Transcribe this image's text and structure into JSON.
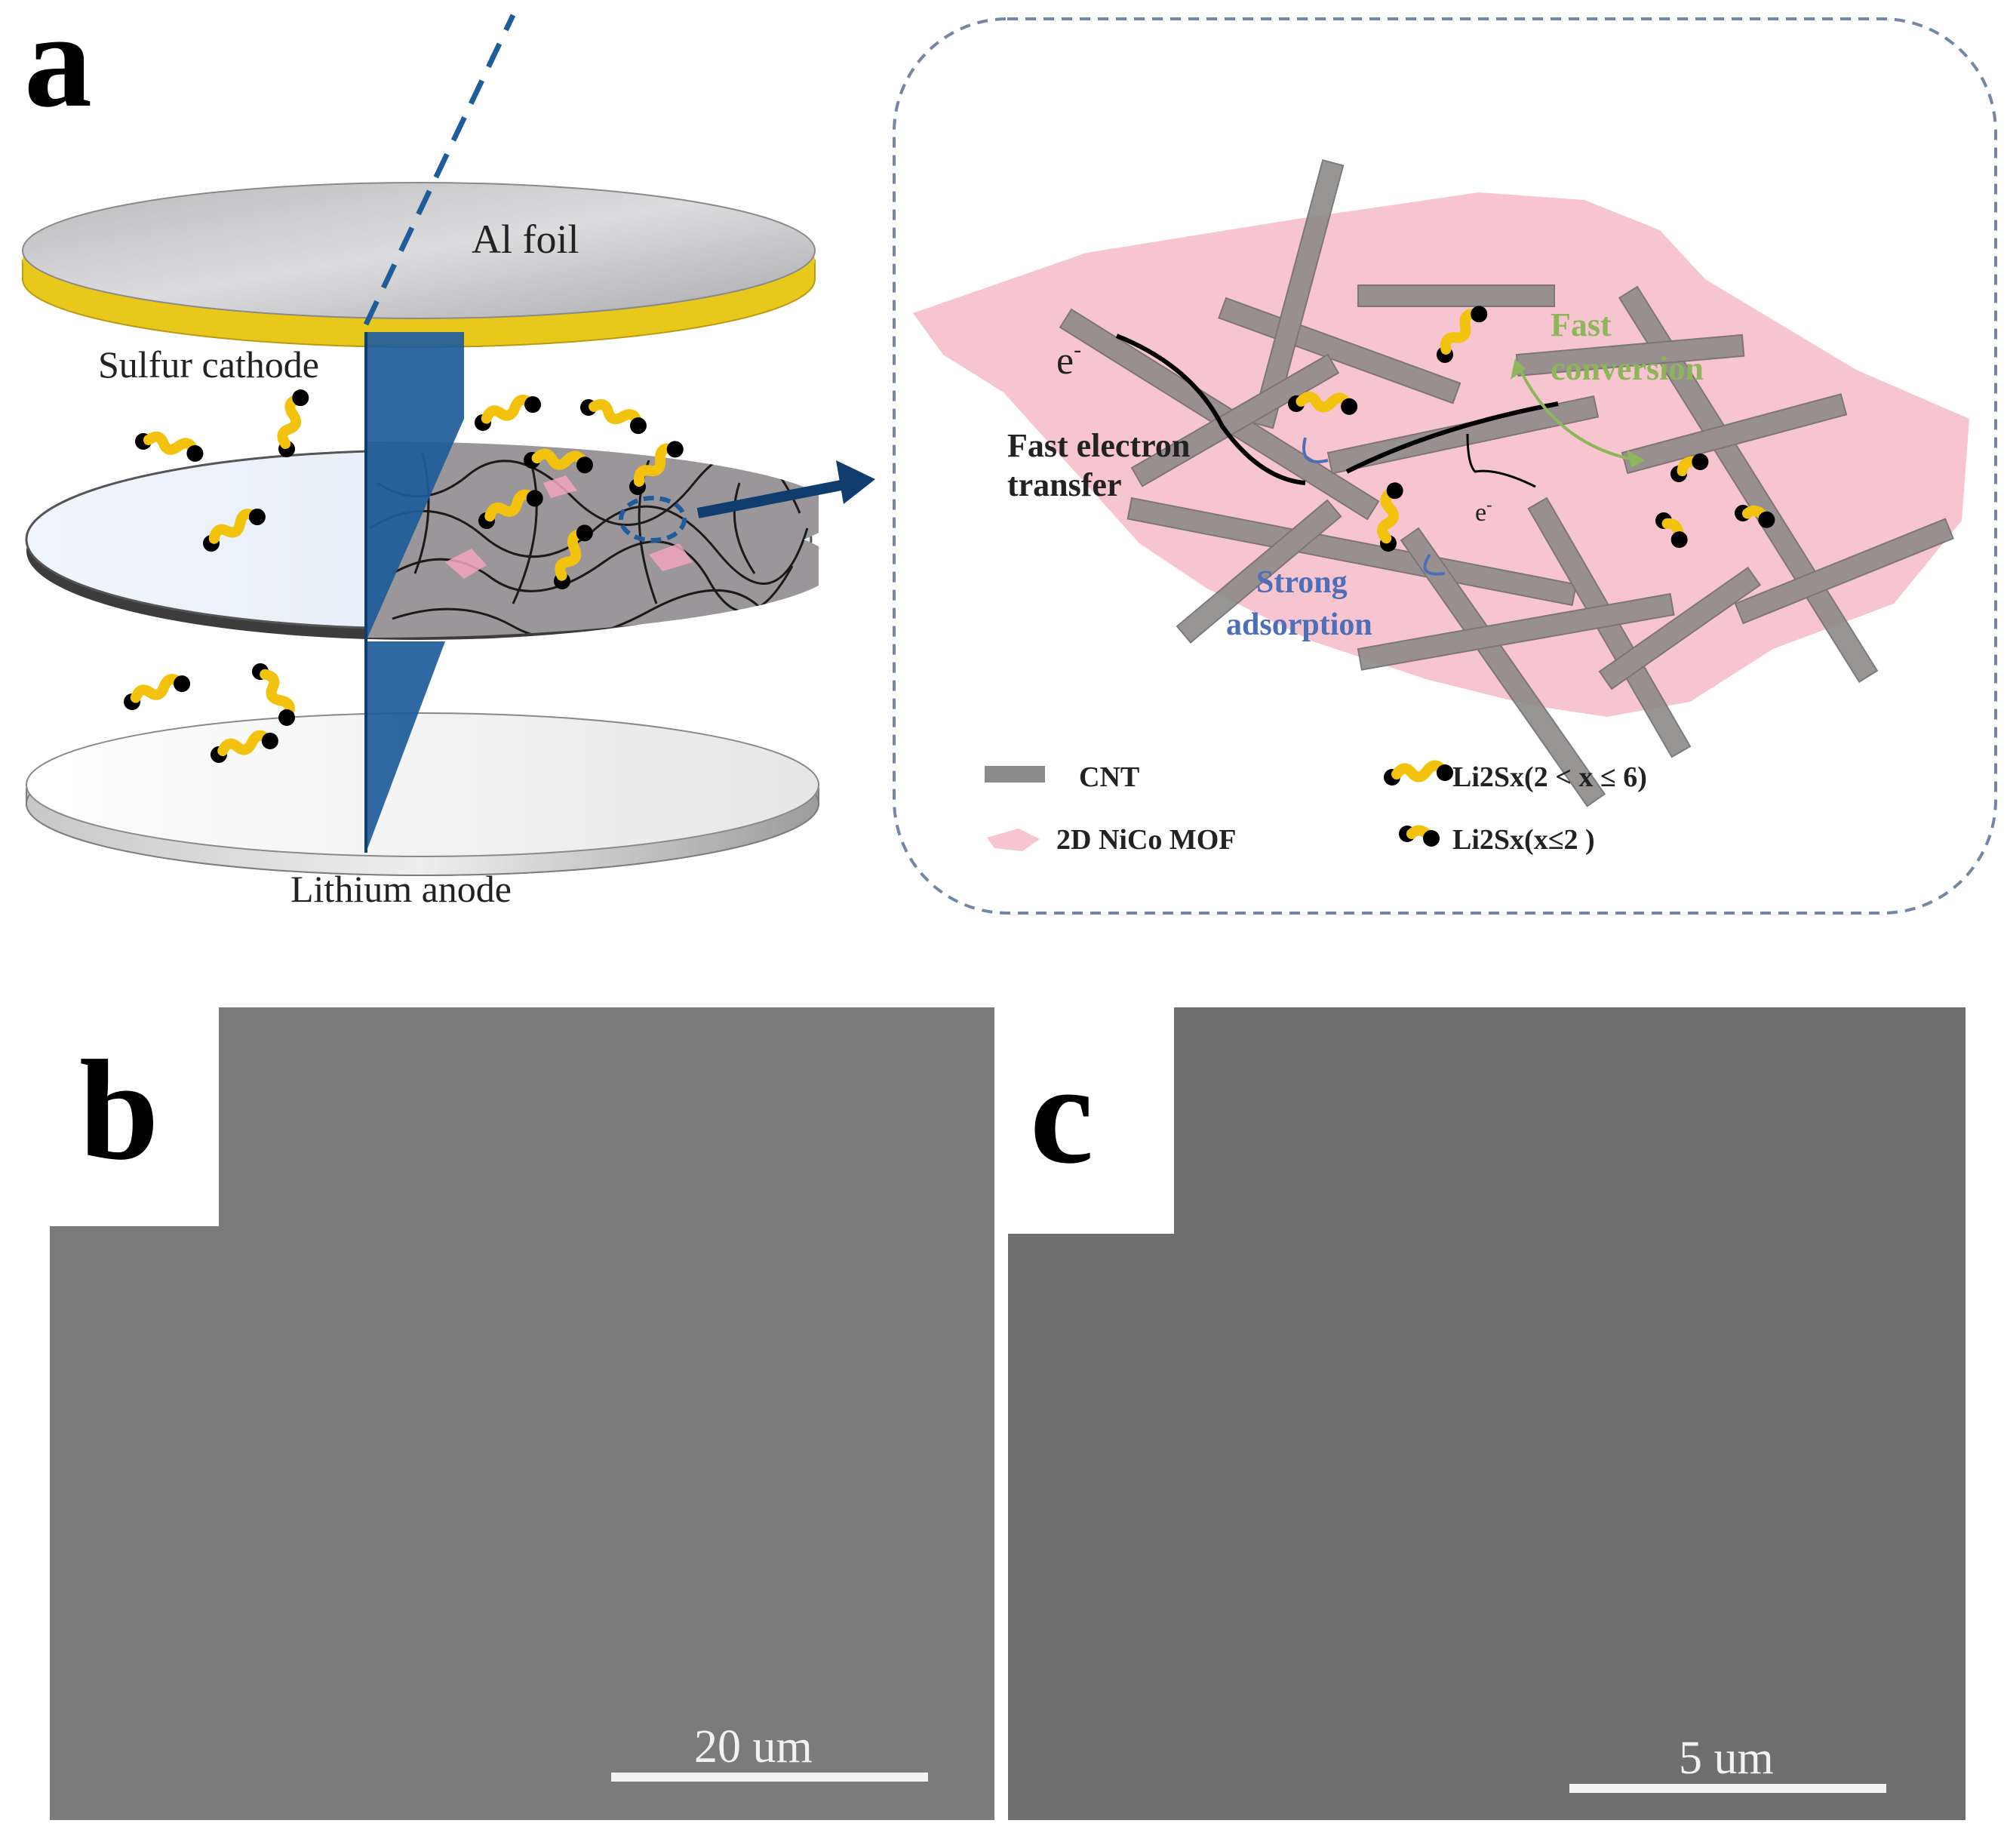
{
  "panels": {
    "a": {
      "letter": "a"
    },
    "b": {
      "letter": "b",
      "scale_bar": "20 um"
    },
    "c": {
      "letter": "c",
      "scale_bar": "5 um"
    }
  },
  "schematic": {
    "al_foil": "Al foil",
    "sulfur_cathode": "Sulfur cathode",
    "lithium_anode": "Lithium anode"
  },
  "zoom": {
    "electron": "e",
    "electron_minus": "-",
    "fast_electron_line1": "Fast electron",
    "fast_electron_line2": "transfer",
    "fast_conversion_line1": "Fast",
    "fast_conversion_line2": "conversion",
    "strong_adsorption_line1": "Strong",
    "strong_adsorption_line2": "adsorption"
  },
  "legend": {
    "cnt": "CNT",
    "mof": "2D NiCo MOF",
    "long_chain": "Li2Sx(2 < x ≤ 6)",
    "short_chain": "Li2Sx(x≤2 )"
  },
  "colors": {
    "yellow_rim": "#e8c81a",
    "polysulfide": "#f2c20c",
    "separator_blue": "#dfeaf7",
    "wedge_blue": "#1e5c9a",
    "mof_pink": "#f7c5cf",
    "cnt_gray": "#8d8a8a",
    "green_text": "#8db55a",
    "blue_text": "#4c6fb8",
    "sem_gray": "#7b7b7b"
  }
}
